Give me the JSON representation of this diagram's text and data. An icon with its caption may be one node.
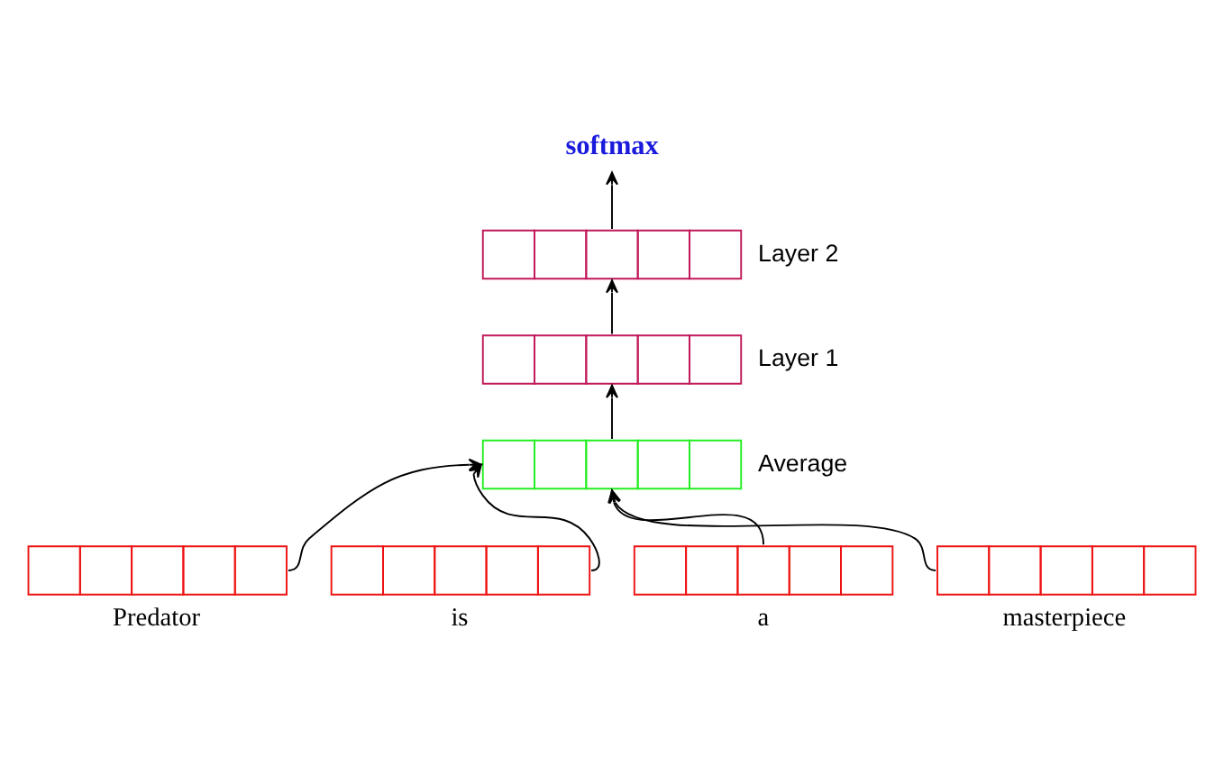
{
  "diagram": {
    "nodes": [
      {
        "text": [
          "softmax"
        ]
      },
      {
        "text": [],
        "shape": "box",
        "beside": [
          "Layer 2"
        ]
      },
      {
        "text": [],
        "shape": "box",
        "beside": [
          "Layer 1"
        ]
      },
      {
        "text": [],
        "shape": "box",
        "beside": [
          "Average"
        ]
      },
      {
        "text": [],
        "shape": "box",
        "beside": [
          "Predator"
        ]
      },
      {
        "text": [],
        "shape": "box",
        "beside": [
          "is"
        ]
      },
      {
        "text": [],
        "shape": "box",
        "beside": [
          "a"
        ]
      },
      {
        "text": [],
        "shape": "box",
        "beside": [
          "masterpiece"
        ]
      }
    ],
    "edges": [
      {
        "from": 1,
        "to": 0,
        "arrow": "to"
      },
      {
        "from": 2,
        "to": 1,
        "arrow": "to"
      },
      {
        "from": 3,
        "to": 2,
        "arrow": "to"
      },
      {
        "from": 4,
        "to": 3,
        "arrow": "to"
      },
      {
        "from": 5,
        "to": 3,
        "arrow": "to"
      },
      {
        "from": 6,
        "to": 3,
        "arrow": "to"
      },
      {
        "from": 7,
        "to": 3,
        "arrow": "to"
      }
    ]
  }
}
